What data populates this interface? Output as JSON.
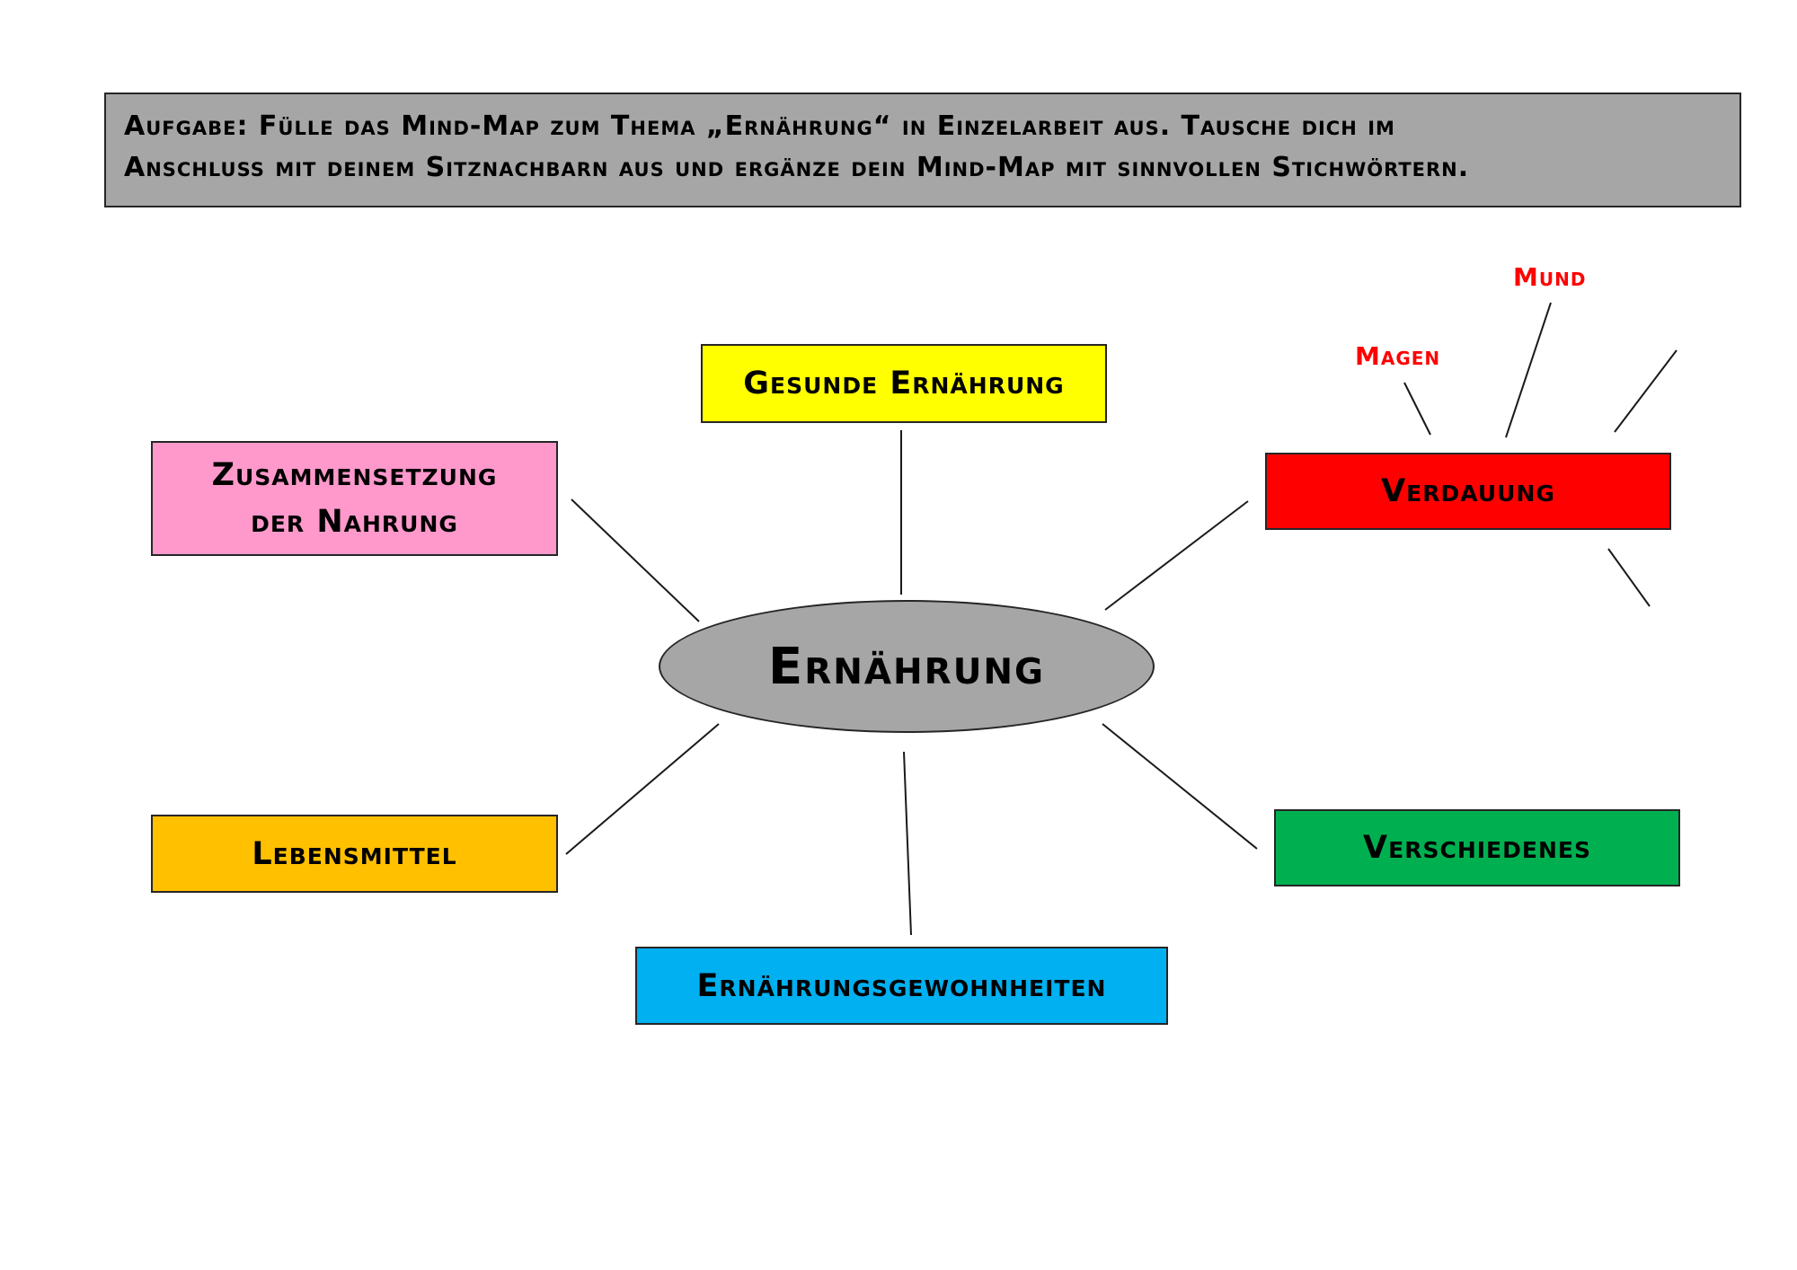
{
  "task": {
    "line1": "Aufgabe: Fülle das Mind-Map zum Thema „Ernährung“ in Einzelarbeit aus. Tausche dich im",
    "line2": "Anschluss mit deinem Sitznachbarn aus und ergänze dein Mind-Map mit sinnvollen Stichwörtern."
  },
  "center": {
    "label": "Ernährung",
    "color": "#a6a6a6"
  },
  "nodes": {
    "gesunde": {
      "label": "Gesunde Ernährung",
      "color": "#ffff00"
    },
    "zusammensetzung": {
      "line1": "Zusammensetzung",
      "line2": "der Nahrung",
      "color": "#ff99cc"
    },
    "verdauung": {
      "label": "Verdauung",
      "color": "#ff0000"
    },
    "lebensmittel": {
      "label": "Lebensmittel",
      "color": "#ffc000"
    },
    "verschiedenes": {
      "label": "Verschiedenes",
      "color": "#00b050"
    },
    "gewohnheiten": {
      "label": "Ernährungsgewohnheiten",
      "color": "#00b0f0"
    }
  },
  "verdauung_words": {
    "mund": "Mund",
    "magen": "Magen",
    "color": "#ff0000"
  }
}
